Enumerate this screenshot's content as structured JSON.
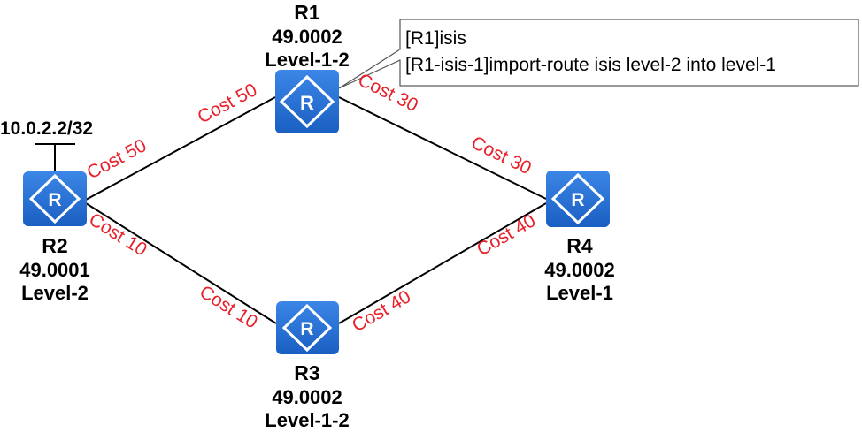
{
  "routers": {
    "r1": {
      "name": "R1",
      "area": "49.0002",
      "level": "Level-1-2"
    },
    "r2": {
      "name": "R2",
      "area": "49.0001",
      "level": "Level-2"
    },
    "r3": {
      "name": "R3",
      "area": "49.0002",
      "level": "Level-1-2"
    },
    "r4": {
      "name": "R4",
      "area": "49.0002",
      "level": "Level-1"
    }
  },
  "links": {
    "r2_r1": {
      "cost_r2_side": "Cost 50",
      "cost_r1_side": "Cost 50"
    },
    "r1_r4": {
      "cost_r1_side": "Cost 30",
      "cost_r4_side": "Cost 30"
    },
    "r2_r3": {
      "cost_r2_side": "Cost 10",
      "cost_r3_side": "Cost 10"
    },
    "r3_r4": {
      "cost_r3_side": "Cost 40",
      "cost_r4_side": "Cost 40"
    }
  },
  "network": {
    "prefix": "10.0.2.2/32"
  },
  "callout": {
    "line1": "[R1]isis",
    "line2": "[R1-isis-1]import-route isis level-2 into level-1"
  },
  "colors": {
    "router_fill": "#1f6fd1",
    "cost_text": "#e8202a",
    "link": "#000000"
  },
  "icons": {
    "router": "router-icon"
  }
}
